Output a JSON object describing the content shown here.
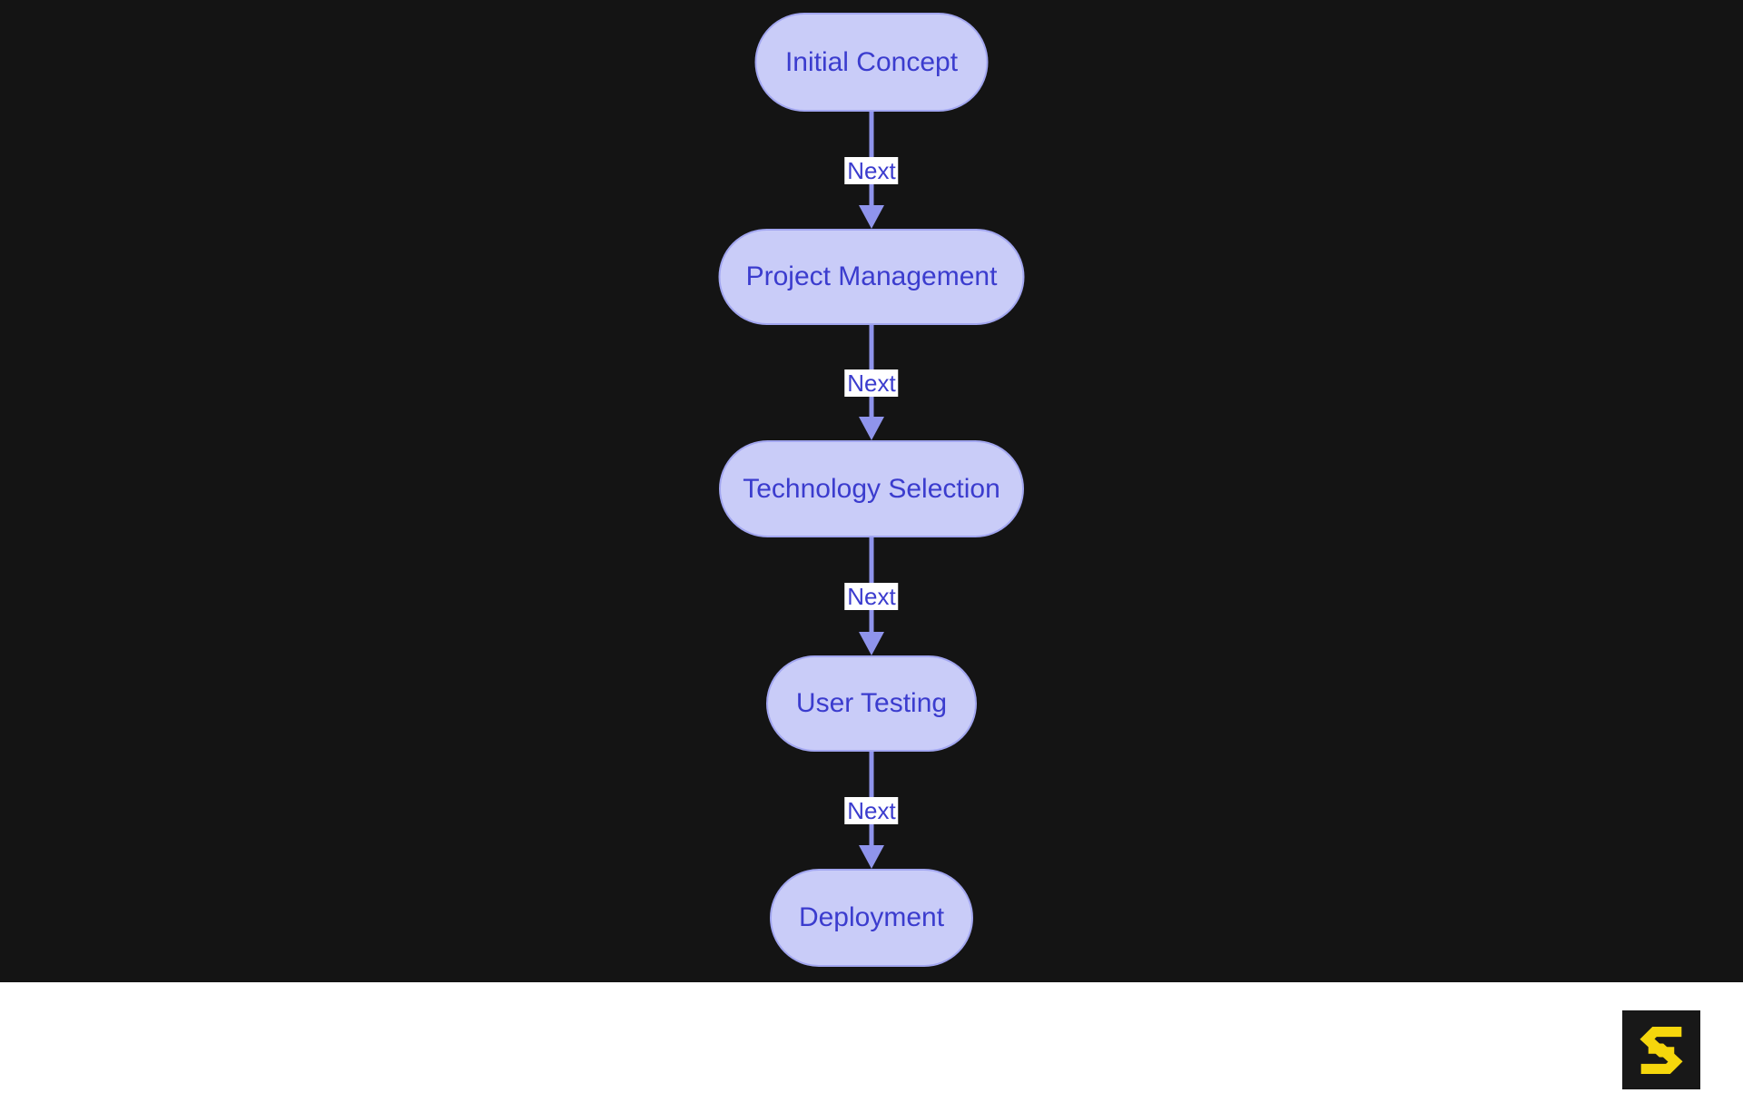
{
  "colors": {
    "canvas_bg": "#141414",
    "node_fill": "#C9CCF8",
    "node_border": "#A2A6F0",
    "node_text": "#3B3CCE",
    "edge": "#8F94EC",
    "edge_label_bg": "#FFFFFF",
    "edge_label_text": "#3B3CCE",
    "footer_bg": "#FFFFFF",
    "logo_bg": "#181818",
    "logo_mark": "#F5D60C"
  },
  "diagram": {
    "type": "flowchart-vertical",
    "nodes": [
      {
        "id": "n1",
        "shape": "stadium",
        "label": "Initial Concept"
      },
      {
        "id": "n2",
        "shape": "stadium",
        "label": "Project Management"
      },
      {
        "id": "n3",
        "shape": "stadium",
        "label": "Technology Selection"
      },
      {
        "id": "n4",
        "shape": "stadium",
        "label": "User Testing"
      },
      {
        "id": "n5",
        "shape": "stadium",
        "label": "Deployment"
      }
    ],
    "edges": [
      {
        "from": "n1",
        "to": "n2",
        "label": "Next"
      },
      {
        "from": "n2",
        "to": "n3",
        "label": "Next"
      },
      {
        "from": "n3",
        "to": "n4",
        "label": "Next"
      },
      {
        "from": "n4",
        "to": "n5",
        "label": "Next"
      }
    ]
  },
  "footer": {
    "logo_icon": "s-logo"
  }
}
